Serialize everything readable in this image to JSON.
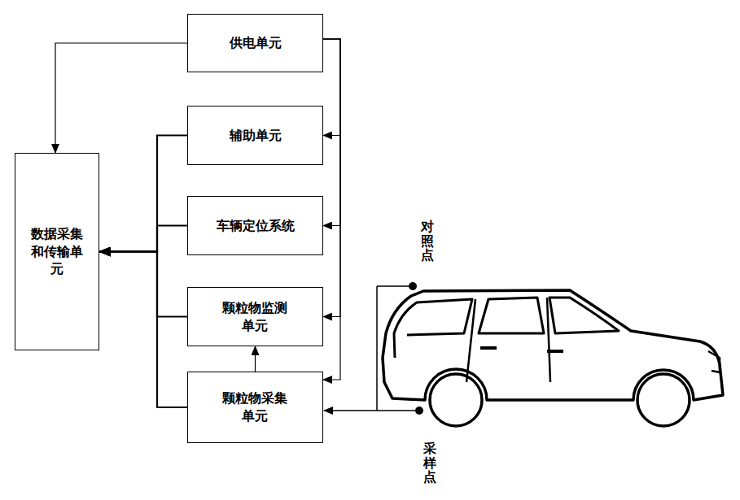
{
  "diagram": {
    "nodes": [
      {
        "text": [
          "供电单元"
        ]
      },
      {
        "text": [
          "辅助单元"
        ]
      },
      {
        "text": [
          "车辆定位系统"
        ]
      },
      {
        "text": [
          "颗粒物监测单元"
        ]
      },
      {
        "text": [
          "颗粒物采集单元"
        ]
      },
      {
        "text": [
          "数据采集和传输单元"
        ]
      }
    ],
    "edges": [
      {
        "from": 0,
        "to": 5,
        "arrow": "to"
      },
      {
        "from": 0,
        "to": 1,
        "arrow": "to"
      },
      {
        "from": 0,
        "to": 2,
        "arrow": "to"
      },
      {
        "from": 0,
        "to": 3,
        "arrow": "to"
      },
      {
        "from": 0,
        "to": 4,
        "arrow": "to"
      },
      {
        "from": 1,
        "to": 5,
        "arrow": "to"
      },
      {
        "from": 2,
        "to": 5,
        "arrow": "to"
      },
      {
        "from": 3,
        "to": 5,
        "arrow": "to"
      },
      {
        "from": 4,
        "to": 5,
        "arrow": "to"
      },
      {
        "from": 4,
        "to": 3,
        "arrow": "to"
      }
    ],
    "labels": [
      "对照点",
      "采样点"
    ]
  }
}
